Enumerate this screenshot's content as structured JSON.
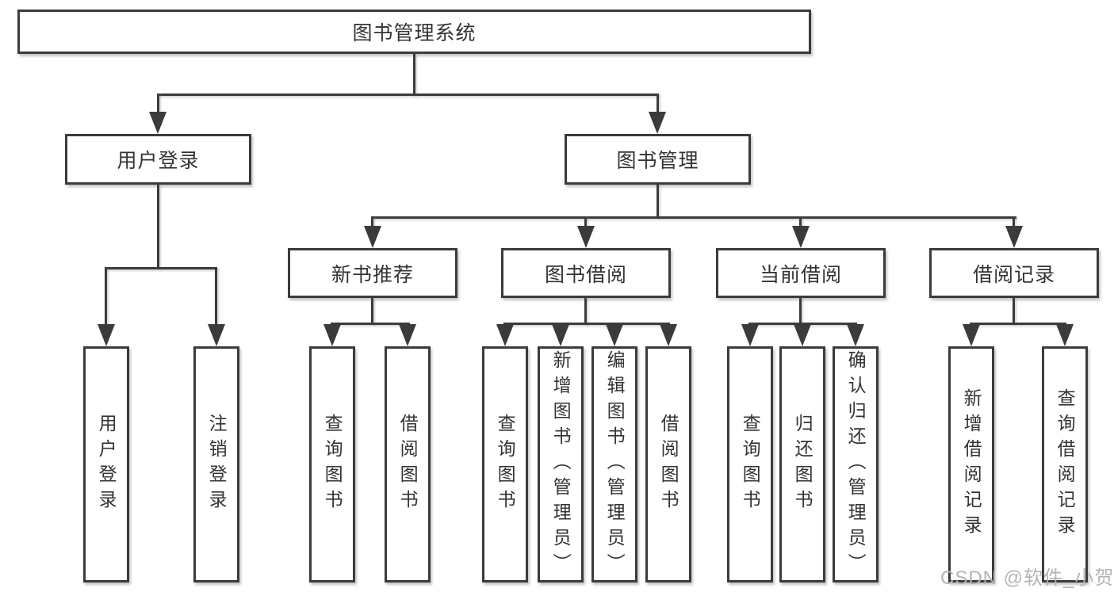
{
  "colors": {
    "line": "#3b3b3b",
    "text": "#333333",
    "background": "#ffffff",
    "watermark": "#b4b4b4"
  },
  "watermark": {
    "text": "CSDN @软件_小贺同学"
  },
  "tree": {
    "root": {
      "label": "图书管理系统"
    },
    "level2": [
      {
        "label": "用户登录",
        "leaves": [
          {
            "label": "用户登录"
          },
          {
            "label": "注销登录"
          }
        ]
      },
      {
        "label": "图书管理",
        "sections": [
          {
            "label": "新书推荐",
            "leaves": [
              {
                "label": "查询图书"
              },
              {
                "label": "借阅图书"
              }
            ]
          },
          {
            "label": "图书借阅",
            "leaves": [
              {
                "label": "查询图书"
              },
              {
                "label": "新增图书（管理员）"
              },
              {
                "label": "编辑图书（管理员）"
              },
              {
                "label": "借阅图书"
              }
            ]
          },
          {
            "label": "当前借阅",
            "leaves": [
              {
                "label": "查询图书"
              },
              {
                "label": "归还图书"
              },
              {
                "label": "确认归还（管理员）"
              }
            ]
          },
          {
            "label": "借阅记录",
            "leaves": [
              {
                "label": "新增借阅记录"
              },
              {
                "label": "查询借阅记录"
              }
            ]
          }
        ]
      }
    ]
  }
}
